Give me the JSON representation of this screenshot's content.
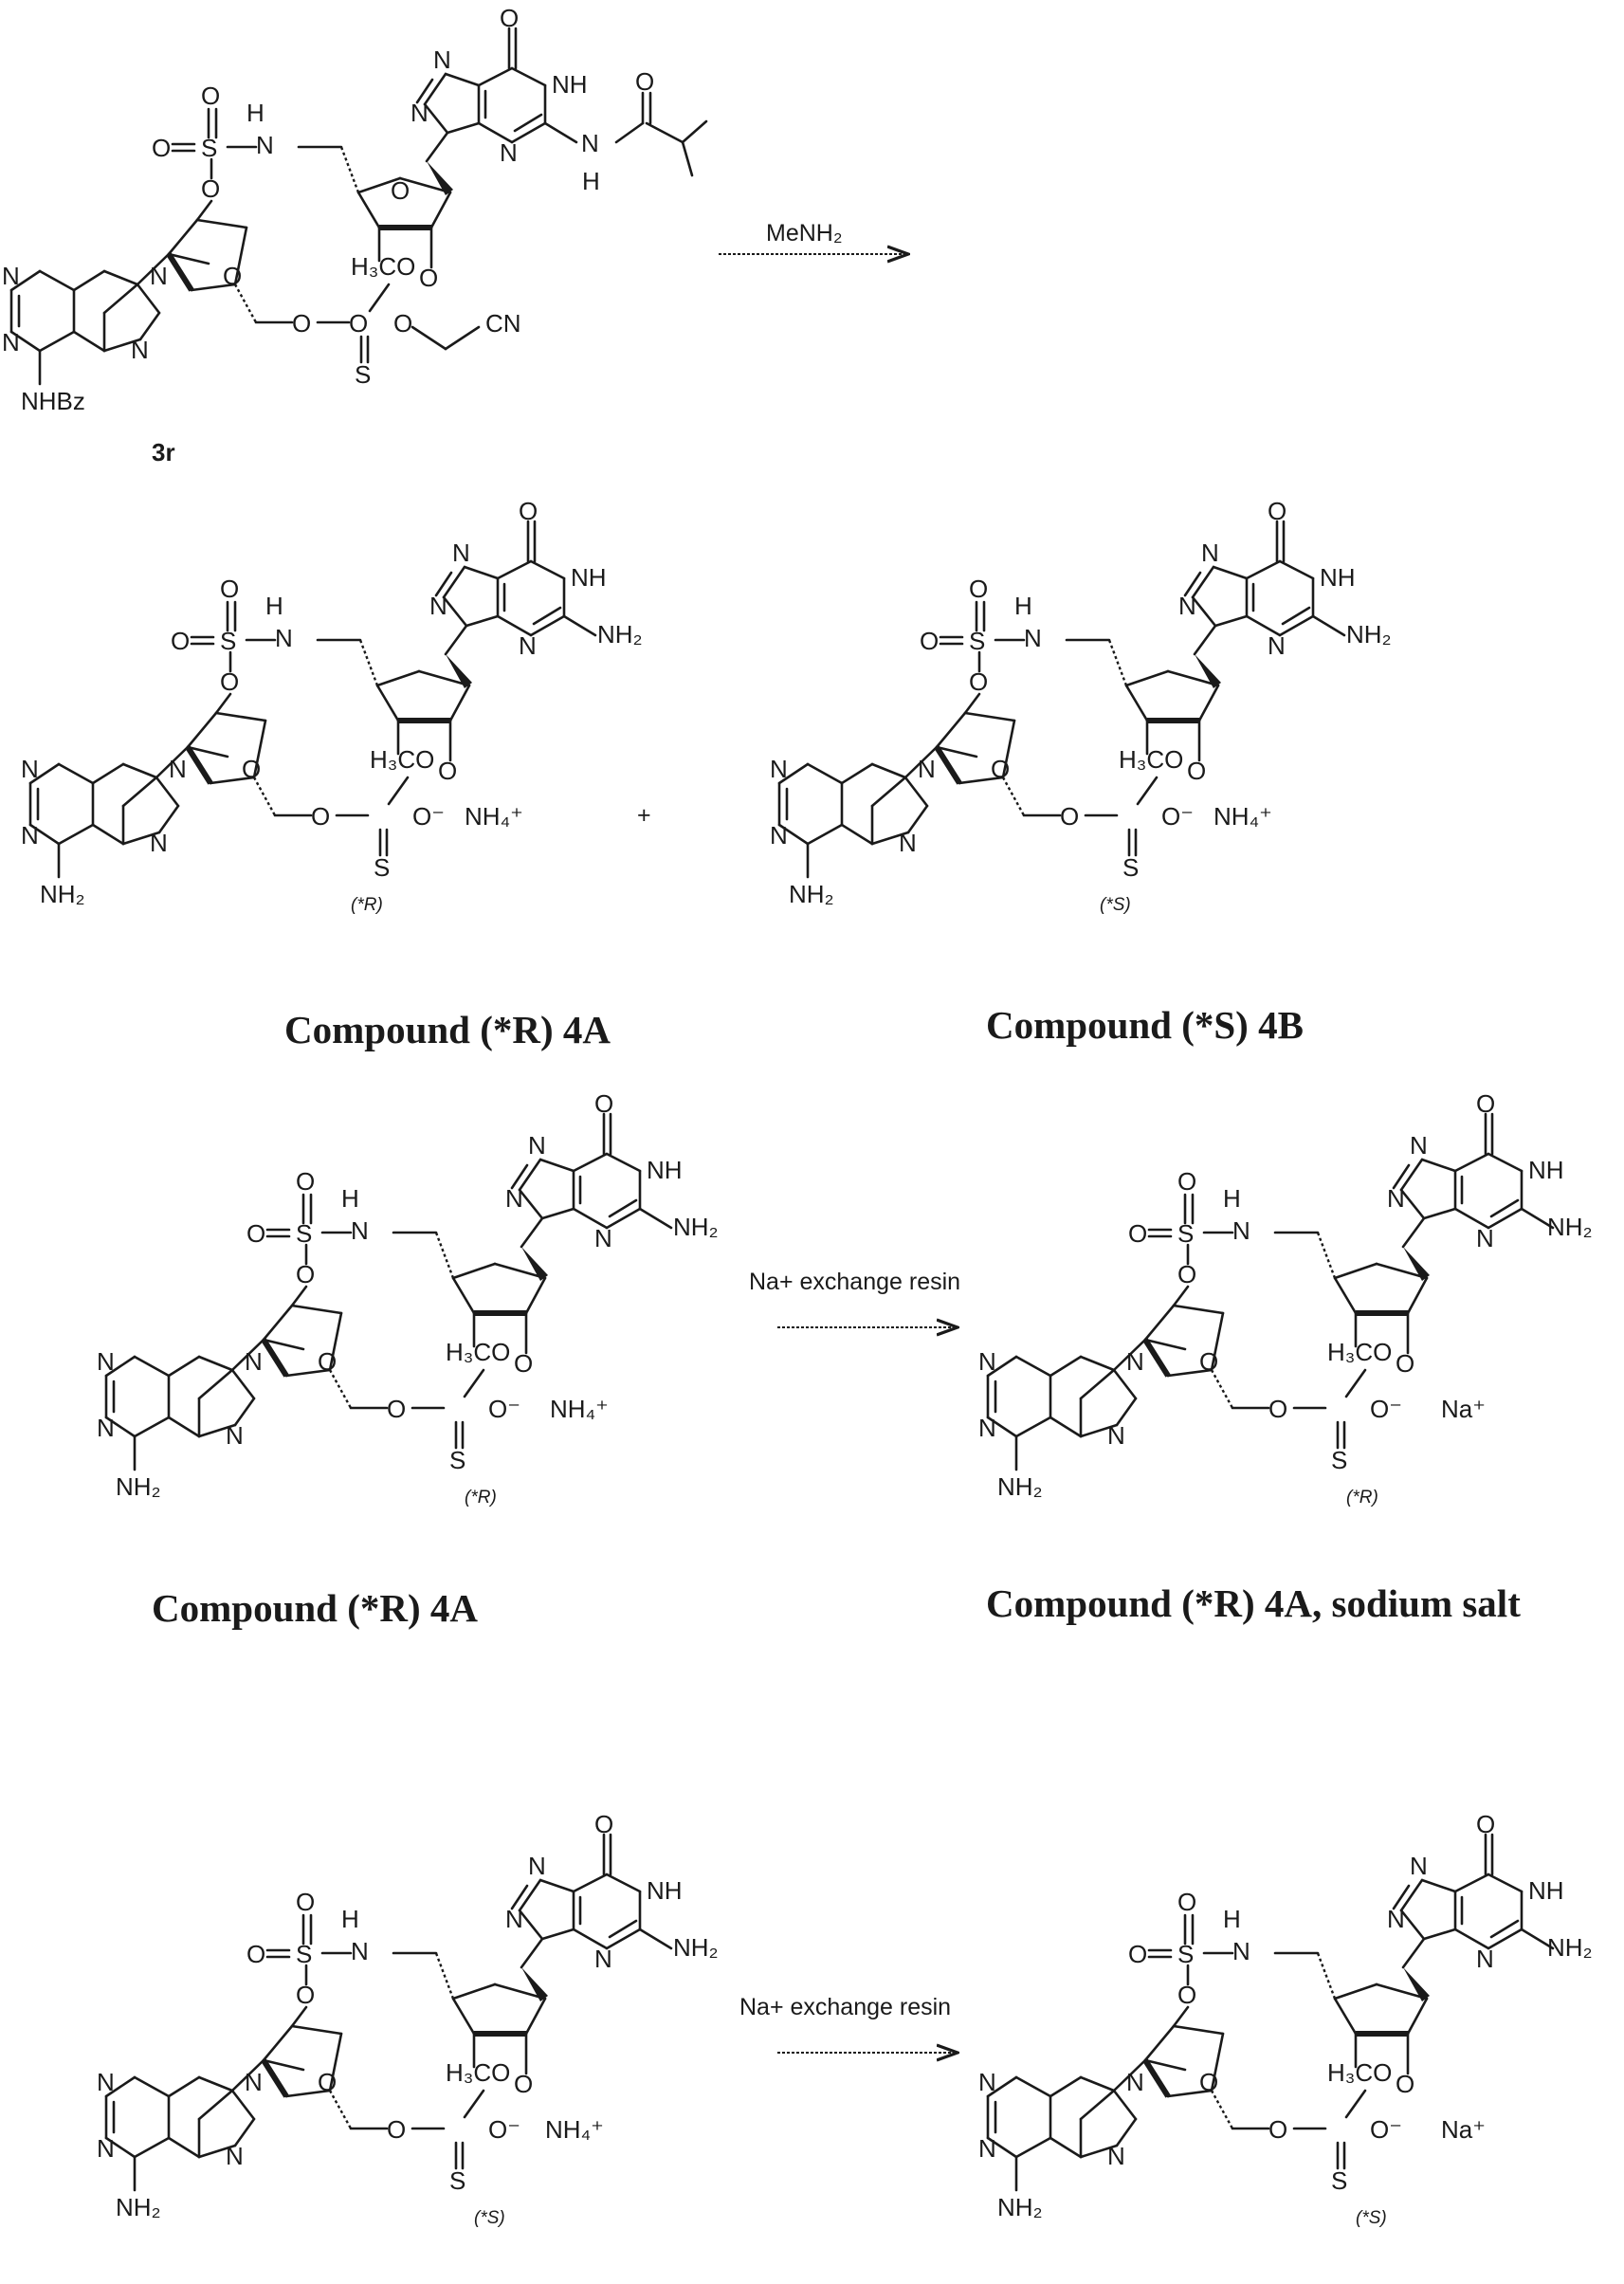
{
  "labels": {
    "o": "O",
    "nh": "NH",
    "n": "N",
    "h": "H",
    "s": "S",
    "o_anion": "O⁻",
    "h3co": "H₃CO",
    "cn": "CN",
    "nh2": "NH₂",
    "nhbz": "NHBz",
    "ammonium": "NH₄⁺",
    "sodium": "Na⁺"
  },
  "reagents": {
    "step1": "MeNH₂",
    "step2": "Na+ exchange resin",
    "step3": "Na+ exchange resin"
  },
  "plus_sign": "+",
  "stereo": {
    "r": "(*R)",
    "s": "(*S)"
  },
  "compounds": {
    "c3r": "3r",
    "c4a": "Compound (*R) 4A",
    "c4b": "Compound (*S) 4B",
    "c4a_left": "Compound (*R) 4A",
    "c4a_na": "Compound (*R) 4A, sodium salt"
  }
}
